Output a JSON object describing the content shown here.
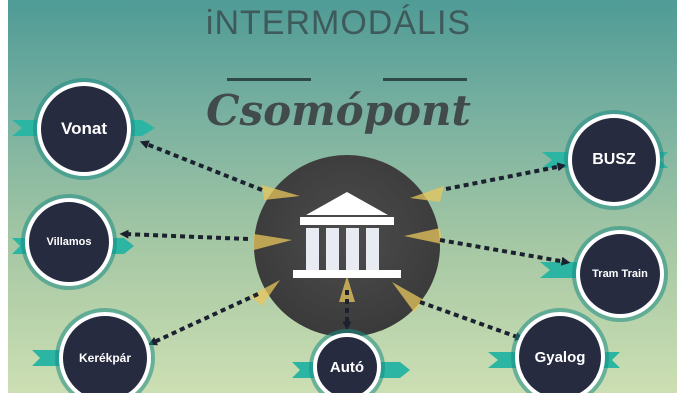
{
  "header": {
    "title_line_1": "iNTERMODÁLIS",
    "title_line_2": "Csomópont"
  },
  "hub": {
    "icon": "building-columns-icon"
  },
  "nodes": {
    "vonat": "Vonat",
    "villamos": "Villamos",
    "kerekpar": "Kerékpár",
    "auto": "Autó",
    "busz": "BUSZ",
    "tram_train": "Tram Train",
    "gyalog": "Gyalog"
  },
  "colors": {
    "node_fill": "#262b40",
    "ribbon": "#2bb5a2",
    "hub_fill": "#444444",
    "beam": "#e8c65c",
    "title": "#3e5a5a"
  }
}
